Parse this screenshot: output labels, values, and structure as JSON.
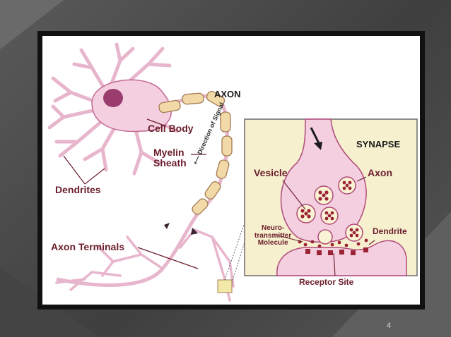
{
  "labels": {
    "axon_title": "AXON",
    "cell_body": "Cell Body",
    "myelin_sheath_line1": "Myelin",
    "myelin_sheath_line2": "Sheath",
    "dendrites": "Dendrites",
    "axon_terminals": "Axon Terminals",
    "direction_of_signal": "Direction of Signal"
  },
  "synapse_inset": {
    "title": "SYNAPSE",
    "vesicle": "Vesicle",
    "axon": "Axon",
    "neurotransmitter_line1": "Neuro-",
    "neurotransmitter_line2": "transmitter",
    "neurotransmitter_line3": "Molecule",
    "dendrite": "Dendrite",
    "receptor_site": "Receptor Site"
  },
  "footer": {
    "page_number": "4"
  },
  "colors": {
    "background": "#4a4a4a",
    "frame": "#111111",
    "neuron_fill": "#f4cfe0",
    "neuron_outline": "#b04a7a",
    "nucleus": "#9b3c6e",
    "myelin_fill": "#f2d9a8",
    "myelin_outline": "#a47a55",
    "inset_background": "#f6f0cf",
    "label_text": "#6b1d2b",
    "vesicle_dot": "#9a2336"
  },
  "icons": [
    "signal-direction-arrow-icon",
    "synapse-flow-arrow-icon"
  ]
}
